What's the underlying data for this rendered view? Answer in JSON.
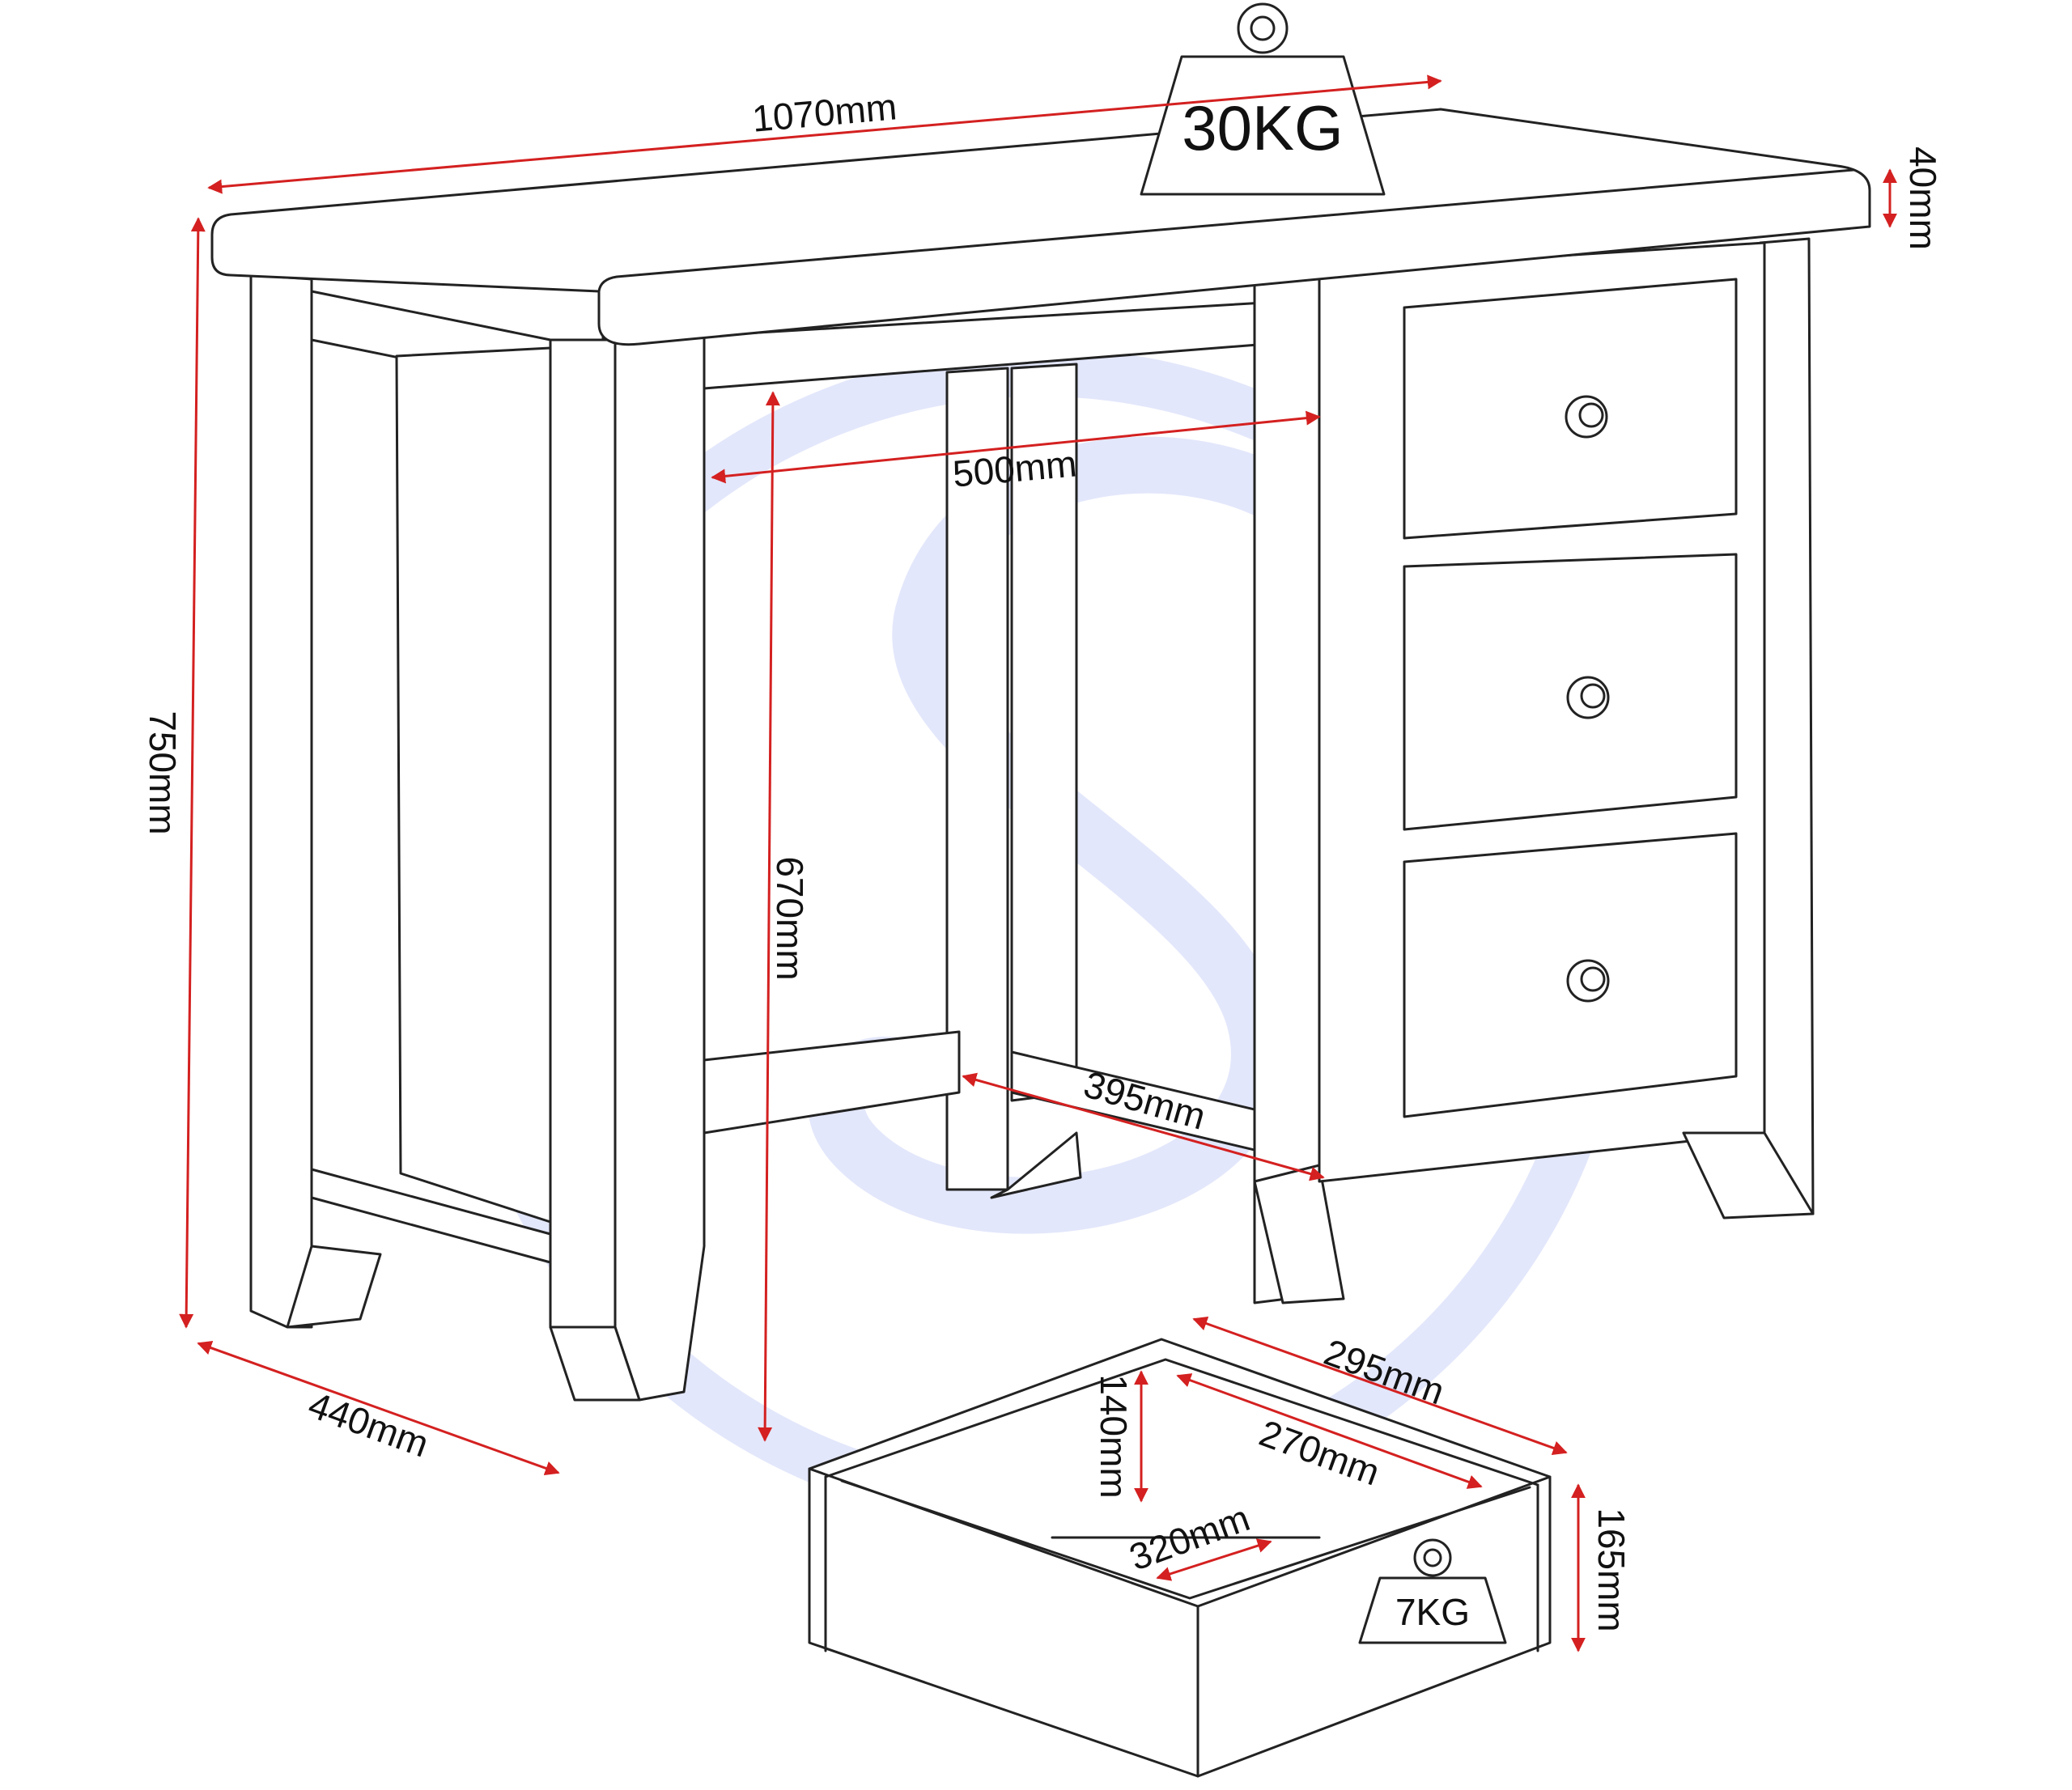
{
  "colors": {
    "outline": "#222222",
    "dimension_arrow": "#d42020",
    "watermark": "#e3e7fb"
  },
  "watermark": {
    "icon": "s-circle-logo-watermark"
  },
  "weights": {
    "desk": "30KG",
    "drawer": "7KG"
  },
  "dimensions": {
    "width": "1070mm",
    "height": "750mm",
    "depth": "440mm",
    "top_thickness": "40mm",
    "knee_width": "500mm",
    "knee_height": "670mm",
    "knee_depth": "395mm"
  },
  "drawer_dimensions": {
    "outer_depth": "295mm",
    "inner_depth": "270mm",
    "inner_height": "140mm",
    "inner_width": "320mm",
    "outer_height": "165mm"
  }
}
